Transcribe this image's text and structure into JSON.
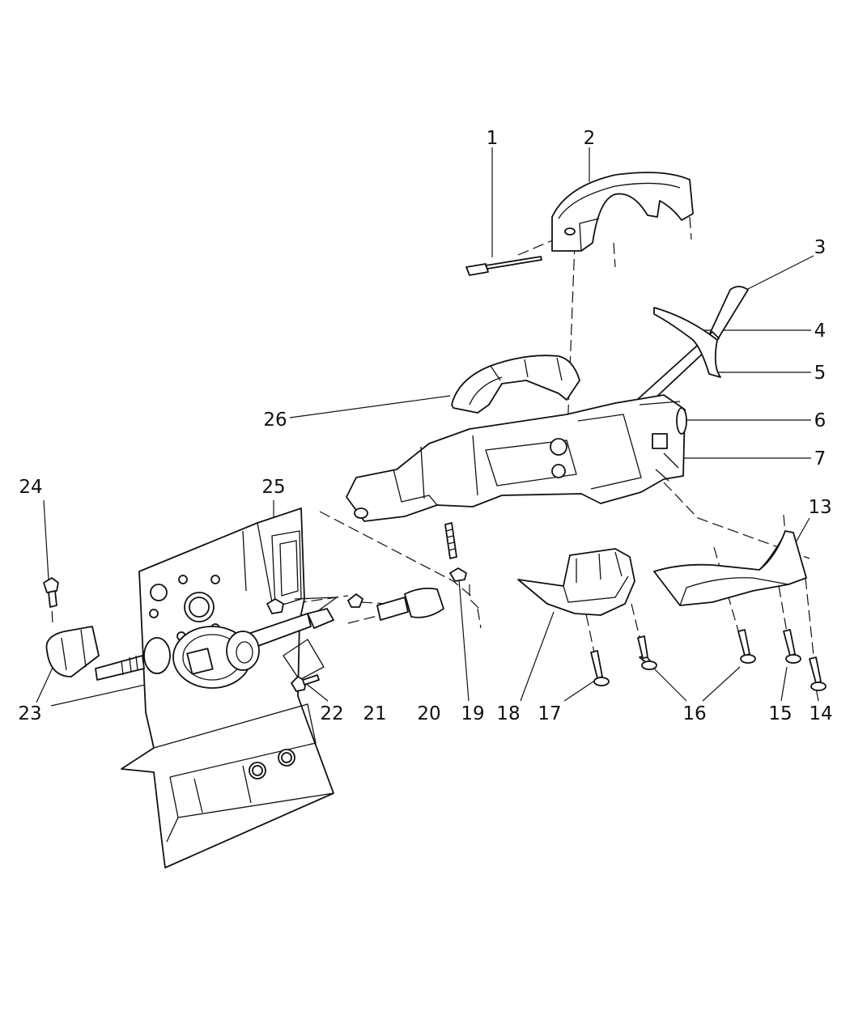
{
  "callouts": [
    {
      "id": "c1",
      "text": "1"
    },
    {
      "id": "c2",
      "text": "2"
    },
    {
      "id": "c3",
      "text": "3"
    },
    {
      "id": "c4",
      "text": "4"
    },
    {
      "id": "c5",
      "text": "5"
    },
    {
      "id": "c6",
      "text": "6"
    },
    {
      "id": "c7",
      "text": "7"
    },
    {
      "id": "c13",
      "text": "13"
    },
    {
      "id": "c14",
      "text": "14"
    },
    {
      "id": "c15",
      "text": "15"
    },
    {
      "id": "c16",
      "text": "16"
    },
    {
      "id": "c17",
      "text": "17"
    },
    {
      "id": "c18",
      "text": "18"
    },
    {
      "id": "c19",
      "text": "19"
    },
    {
      "id": "c20",
      "text": "20"
    },
    {
      "id": "c21",
      "text": "21"
    },
    {
      "id": "c22",
      "text": "22"
    },
    {
      "id": "c23",
      "text": "23"
    },
    {
      "id": "c24",
      "text": "24"
    },
    {
      "id": "c25",
      "text": "25"
    },
    {
      "id": "c26",
      "text": "26"
    }
  ]
}
